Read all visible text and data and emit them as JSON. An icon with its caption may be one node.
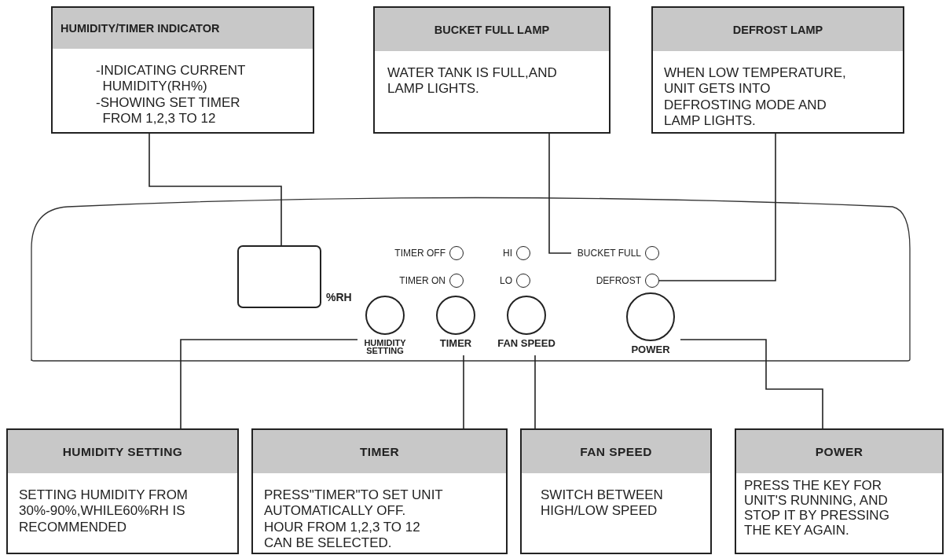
{
  "diagram": {
    "nodes": [
      {
        "text": [
          "HUMIDITY/TIMER INDICATOR",
          "-INDICATING CURRENT HUMIDITY(RH%)",
          "-SHOWING SET TIMER FROM 1,2,3 TO 12"
        ]
      },
      {
        "text": [
          "BUCKET FULL LAMP",
          "WATER TANK IS FULL,AND LAMP LIGHTS."
        ]
      },
      {
        "text": [
          "DEFROST LAMP",
          "WHEN LOW TEMPERATURE, UNIT GETS INTO DEFROSTING MODE AND LAMP LIGHTS."
        ]
      },
      {
        "text": [],
        "shape": "box"
      },
      {
        "text": [],
        "shape": "box",
        "in": 3,
        "beside": [
          "%RH"
        ]
      },
      {
        "text": [
          "TIMER OFF"
        ],
        "in": 3
      },
      {
        "text": [
          "TIMER ON"
        ],
        "in": 3
      },
      {
        "text": [
          "HI"
        ],
        "in": 3
      },
      {
        "text": [
          "LO"
        ],
        "in": 3
      },
      {
        "text": [
          "BUCKET FULL"
        ],
        "in": 3
      },
      {
        "text": [
          "DEFROST"
        ],
        "in": 3
      },
      {
        "text": [
          "HUMIDITY SETTING"
        ],
        "in": 3
      },
      {
        "text": [
          "TIMER"
        ],
        "in": 3
      },
      {
        "text": [
          "FAN SPEED"
        ],
        "in": 3
      },
      {
        "text": [
          "POWER"
        ],
        "in": 3
      },
      {
        "text": [
          "HUMIDITY SETTING",
          "SETTING HUMIDITY FROM 30%-90%,WHILE60%RH IS RECOMMENDED"
        ]
      },
      {
        "text": [
          "TIMER",
          "PRESS\"TIMER\"TO SET UNIT AUTOMATICALLY OFF. HOUR FROM 1,2,3 TO 12 CAN BE SELECTED."
        ]
      },
      {
        "text": [
          "FAN SPEED",
          "SWITCH BETWEEN HIGH/LOW SPEED"
        ]
      },
      {
        "text": [
          "POWER",
          "PRESS THE KEY FOR UNIT'S RUNNING, AND STOP IT BY PRESSING THE KEY AGAIN."
        ]
      }
    ],
    "edges": [
      {
        "from": 0,
        "to": 4,
        "arrow": "none"
      },
      {
        "from": 1,
        "to": 9,
        "arrow": "none"
      },
      {
        "from": 2,
        "to": 10,
        "arrow": "none"
      },
      {
        "from": 15,
        "to": 11,
        "arrow": "none"
      },
      {
        "from": 16,
        "to": 12,
        "arrow": "none"
      },
      {
        "from": 17,
        "to": 13,
        "arrow": "none"
      },
      {
        "from": 18,
        "to": 14,
        "arrow": "none"
      }
    ]
  }
}
